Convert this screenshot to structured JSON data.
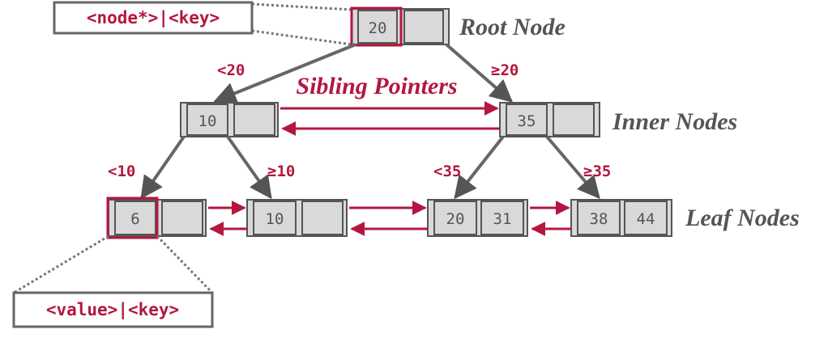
{
  "labels": {
    "root": "Root Node",
    "inner": "Inner Nodes",
    "leaf": "Leaf Nodes",
    "sibling": "Sibling Pointers"
  },
  "callouts": {
    "top": "<node*>|<key>",
    "bottom": "<value>|<key>"
  },
  "keys": {
    "root": "20",
    "inner_left": "10",
    "inner_right": "35",
    "leaf1": "6",
    "leaf2": "10",
    "leaf3_a": "20",
    "leaf3_b": "31",
    "leaf4_a": "38",
    "leaf4_b": "44"
  },
  "edges": {
    "root_left": "<20",
    "root_right": "≥20",
    "inner_left_left": "<10",
    "inner_left_right": "≥10",
    "inner_right_left": "<35",
    "inner_right_right": "≥35"
  },
  "colors": {
    "accent": "#b3173f",
    "node_fill": "#d9d9d9",
    "node_stroke": "#555555",
    "text": "#555555"
  }
}
